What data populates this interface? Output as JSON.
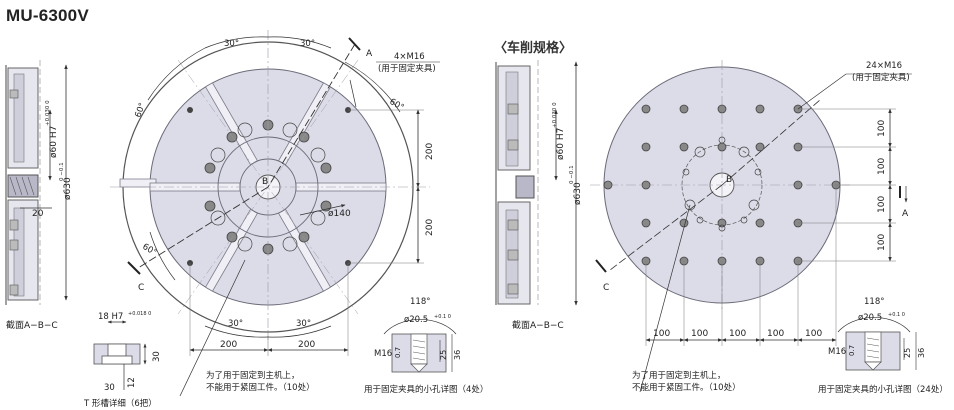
{
  "header": {
    "model": "MU-6300V",
    "turning_spec": "〈车削规格〉"
  },
  "colors": {
    "table_fill": "#dcdce8",
    "table_stroke": "#6a6a78",
    "dim_line": "#333333",
    "slot_fill": "#efeff5",
    "center_line": "#9a9aa8"
  },
  "left_view": {
    "section_caption": "截面A−B−C",
    "bore_dim": "ø60 H7",
    "bore_tol": "+0.030 0",
    "dia_dim": "ø630",
    "dia_tol": "0 −0.1",
    "dim_20": "20"
  },
  "left_table": {
    "angle_labels": [
      "30°",
      "30°",
      "60°",
      "60°",
      "60°",
      "30°",
      "30°"
    ],
    "hole_callout": "4×M16",
    "hole_callout_note": "(用于固定夹具)",
    "section_a": "A",
    "section_b": "B",
    "section_c": "C",
    "dia_140": "ø140",
    "dim_200_vertical_top": "200",
    "dim_200_vertical_bottom": "200",
    "dim_200_bottom_left": "200",
    "dim_200_bottom_right": "200",
    "note_line1": "为了用于固定到主机上，",
    "note_line2": "不能用于紧固工件。（10处）"
  },
  "tslot": {
    "dim_width": "18 H7",
    "dim_width_tol": "+0.018 0",
    "dim_30_right": "30",
    "dim_30_bottom": "30",
    "dim_12": "12",
    "caption": "T 形槽详细（6把）"
  },
  "hole_detail_left": {
    "angle": "118°",
    "cbore": "ø20.5",
    "cbore_tol": "+0.1 0",
    "thread": "M16",
    "dim_07": "0.7",
    "dim_25": "25",
    "dim_36": "36",
    "caption": "用于固定夹具的小孔详图（4处）"
  },
  "right_view": {
    "section_caption": "截面A−B−C",
    "bore_dim": "ø60 H7",
    "bore_tol": "+0.030 0",
    "dia_dim": "ø630",
    "dia_tol": "0 −0.1"
  },
  "right_table": {
    "hole_callout": "24×M16",
    "hole_callout_note": "(用于固定夹具)",
    "section_a": "A",
    "section_b": "B",
    "section_c": "C",
    "vertical_dims": [
      "100",
      "100",
      "100",
      "100"
    ],
    "horizontal_dims": [
      "100",
      "100",
      "100",
      "100",
      "100"
    ],
    "note_line1": "为了用于固定到主机上，",
    "note_line2": "不能用于紧固工件。（10处）"
  },
  "hole_detail_right": {
    "angle": "118°",
    "cbore": "ø20.5",
    "cbore_tol": "+0.1 0",
    "thread": "M16",
    "dim_07": "0.7",
    "dim_25": "25",
    "dim_36": "36",
    "caption": "用于固定夹具的小孔详图（24处）"
  }
}
